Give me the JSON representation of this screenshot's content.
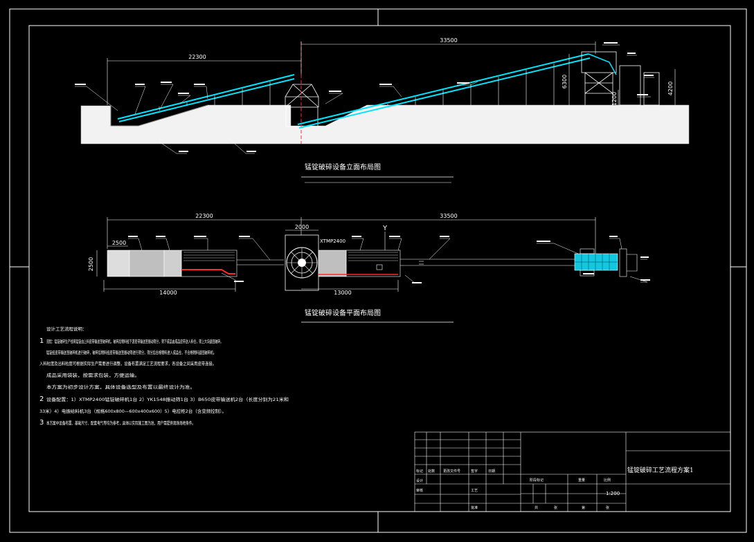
{
  "colors": {
    "background": "#000000",
    "line": "#ffffff",
    "conveyor": "#00e5ff",
    "centerline": "#ff3030",
    "ground": "#f2f2f2"
  },
  "elevation": {
    "title": "锰锭破碎设备立面布局图",
    "dims": {
      "left_span": "22300",
      "right_span": "33500",
      "height_main": "6300",
      "height_right": "4200",
      "height_small": "1200"
    }
  },
  "plan": {
    "title": "锰锭破碎设备平面布局图",
    "dims": {
      "left_span": "22300",
      "right_span": "33500",
      "hopper_len": "2500",
      "hopper_width": "2500",
      "left_belt_len": "14000",
      "right_belt_len": "13000",
      "crusher_width": "2000",
      "belt_width": "500"
    },
    "crusher_label": "XTMP2400",
    "axis_marker": "Y"
  },
  "notes": {
    "heading": "设计工艺流程说明：",
    "lines": [
      {
        "n": "1",
        "text": "流程：锰锭破碎生产线将锰锭由上料皮带输送至破碎机，破碎后物料经下游皮带输送至振动筛分，筛下成品由成品皮带送入料仓，筛上大块返回破碎。"
      },
      {
        "n": "",
        "text": "锰锭经皮带输送至破碎机进行破碎，破碎后物料经皮带输送至振动筛进行筛分，筛分后合格物料进入成品仓，不合格物料返回破碎机。"
      },
      {
        "n": "",
        "text": "入料粒度及出料粒度可根据实际生产需要进行调整，设备布置满足工艺流程要求，各设备之间采用皮带连接。"
      },
      {
        "n": "",
        "text": "成品采用袋装，按需求包装，方便运输。"
      },
      {
        "n": "",
        "text": "本方案为初步设计方案，具体设备选型及布置以最终设计为准。"
      },
      {
        "n": "2",
        "text": "设备配置：1）XTMP2400锰锭破碎机1台 2）YK1548振动筛1台 3）B650皮带输送机2台（长度分别为21米和"
      },
      {
        "n": "",
        "text": "33米）4）电振给料机3台（规格600x800—600x400x600）5）电控柜2台（含变频控制）。"
      },
      {
        "n": "3",
        "text": "本方案中设备布置、基础尺寸、配套电气等均为参考，具体以实际施工图为准，用户需提供现场场地条件。"
      }
    ]
  },
  "title_block": {
    "drawing_title": "锰锭破碎工艺流程方案1",
    "scale": "1:200",
    "cells": [
      "标记",
      "处数",
      "更改文件号",
      "签字",
      "日期",
      "阶段标记",
      "重量",
      "比例",
      "共",
      "张",
      "第",
      "张",
      "设计",
      "审核",
      "工艺",
      "批准"
    ]
  }
}
